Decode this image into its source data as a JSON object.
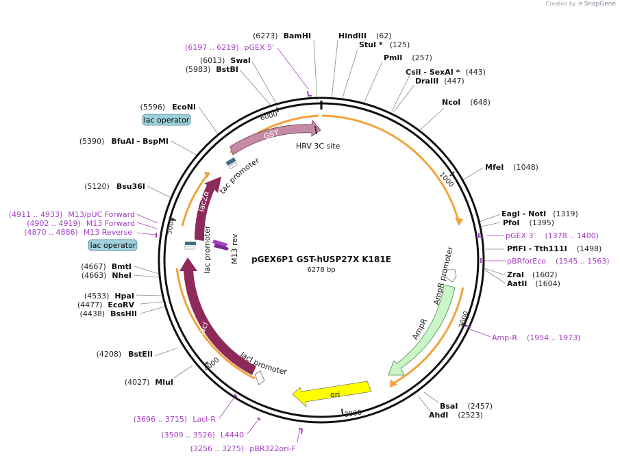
{
  "credit": {
    "prefix": "Created by",
    "brand": "SnapGene"
  },
  "plasmid": {
    "name": "pGEX6P1 GST-hUSP27X K181E",
    "length_label": "6278 bp",
    "length": 6278
  },
  "scale_ticks": [
    {
      "pos": 1000,
      "label": "1000"
    },
    {
      "pos": 2000,
      "label": "2000"
    },
    {
      "pos": 3000,
      "label": "3000"
    },
    {
      "pos": 4000,
      "label": "4000"
    },
    {
      "pos": 5000,
      "label": "5000"
    },
    {
      "pos": 6000,
      "label": "6000"
    }
  ],
  "sites": [
    {
      "name": "BamHI",
      "pos": 6273,
      "pos_label": "(6273)",
      "side": "left"
    },
    {
      "name": "HindIII",
      "pos": 62,
      "pos_label": "(62)",
      "side": "right"
    },
    {
      "name": "StuI *",
      "pos": 125,
      "pos_label": "(125)",
      "side": "right"
    },
    {
      "name": "PmlI",
      "pos": 257,
      "pos_label": "(257)",
      "side": "right"
    },
    {
      "name": "CsiI   - SexAI *",
      "pos": 443,
      "pos_label": "(443)",
      "side": "right"
    },
    {
      "name": "DraIII",
      "pos": 447,
      "pos_label": "(447)",
      "side": "right"
    },
    {
      "name": "NcoI",
      "pos": 648,
      "pos_label": "(648)",
      "side": "right"
    },
    {
      "name": "MfeI",
      "pos": 1048,
      "pos_label": "(1048)",
      "side": "right"
    },
    {
      "name": "EagI   - NotI",
      "pos": 1319,
      "pos_label": "(1319)",
      "side": "right"
    },
    {
      "name": "PfoI",
      "pos": 1395,
      "pos_label": "(1395)",
      "side": "right"
    },
    {
      "name": "PflFI   - Tth111I",
      "pos": 1498,
      "pos_label": "(1498)",
      "side": "right"
    },
    {
      "name": "ZraI",
      "pos": 1602,
      "pos_label": "(1602)",
      "side": "right"
    },
    {
      "name": "AatII",
      "pos": 1604,
      "pos_label": "(1604)",
      "side": "right"
    },
    {
      "name": "BsaI",
      "pos": 2457,
      "pos_label": "(2457)",
      "side": "right"
    },
    {
      "name": "AhdI",
      "pos": 2523,
      "pos_label": "(2523)",
      "side": "right"
    },
    {
      "name": "MluI",
      "pos": 4027,
      "pos_label": "(4027)",
      "side": "left"
    },
    {
      "name": "BstEII",
      "pos": 4208,
      "pos_label": "(4208)",
      "side": "left"
    },
    {
      "name": "BssHII",
      "pos": 4438,
      "pos_label": "(4438)",
      "side": "left"
    },
    {
      "name": "EcoRV",
      "pos": 4477,
      "pos_label": "(4477)",
      "side": "left"
    },
    {
      "name": "HpaI",
      "pos": 4533,
      "pos_label": "(4533)",
      "side": "left"
    },
    {
      "name": "NheI",
      "pos": 4663,
      "pos_label": "(4663)",
      "side": "left"
    },
    {
      "name": "BmtI",
      "pos": 4667,
      "pos_label": "(4667)",
      "side": "left"
    },
    {
      "name": "Bsu36I",
      "pos": 5120,
      "pos_label": "(5120)",
      "side": "left"
    },
    {
      "name": "BfuAI   - BspMI",
      "pos": 5390,
      "pos_label": "(5390)",
      "side": "left"
    },
    {
      "name": "EcoNI",
      "pos": 5596,
      "pos_label": "(5596)",
      "side": "left"
    },
    {
      "name": "BstBI",
      "pos": 5983,
      "pos_label": "(5983)",
      "side": "left"
    },
    {
      "name": "SwaI",
      "pos": 6013,
      "pos_label": "(6013)",
      "side": "left"
    }
  ],
  "primers": [
    {
      "name": "pGEX 5'",
      "range": "(6197 .. 6219)",
      "side": "left"
    },
    {
      "name": "pGEX 3'",
      "range": "(1378 .. 1400)",
      "side": "right"
    },
    {
      "name": "pBRforEco",
      "range": "(1545 .. 1563)",
      "side": "right"
    },
    {
      "name": "Amp-R",
      "range": "(1954 .. 1973)",
      "side": "right"
    },
    {
      "name": "pBR322ori-F",
      "range": "(3256 .. 3275)",
      "side": "left"
    },
    {
      "name": "L4440",
      "range": "(3509 .. 3526)",
      "side": "left"
    },
    {
      "name": "LacI-R",
      "range": "(3696 .. 3715)",
      "side": "left"
    },
    {
      "name": "M13 Reverse",
      "range": "(4870 .. 4886)",
      "side": "left"
    },
    {
      "name": "M13 Forward",
      "range": "(4902 .. 4919)",
      "side": "left"
    },
    {
      "name": "M13/pUC Forward",
      "range": "(4911 .. 4933)",
      "side": "left"
    }
  ],
  "features": {
    "gst": "GST",
    "hrv": "HRV 3C site",
    "tac_promoter": "tac promoter",
    "lac_promoter": "lac promoter",
    "laczalpha": "lacZα",
    "m13rev": "M13 rev",
    "ampr_promoter": "AmpR promoter",
    "ampr": "AmpR",
    "ori": "ori",
    "laci": "lacI",
    "laci_promoter": "lacI promoter",
    "lac_operator": "lac operator"
  },
  "colors": {
    "backbone": "#111111",
    "orf": "#f2a23a",
    "laci": "#8d2a5a",
    "gst": "#c58ba6",
    "ampr": "#c9f5c9",
    "ori": "#ffff00",
    "primer": "#a43ec2",
    "operator": "#9fd1dd"
  }
}
